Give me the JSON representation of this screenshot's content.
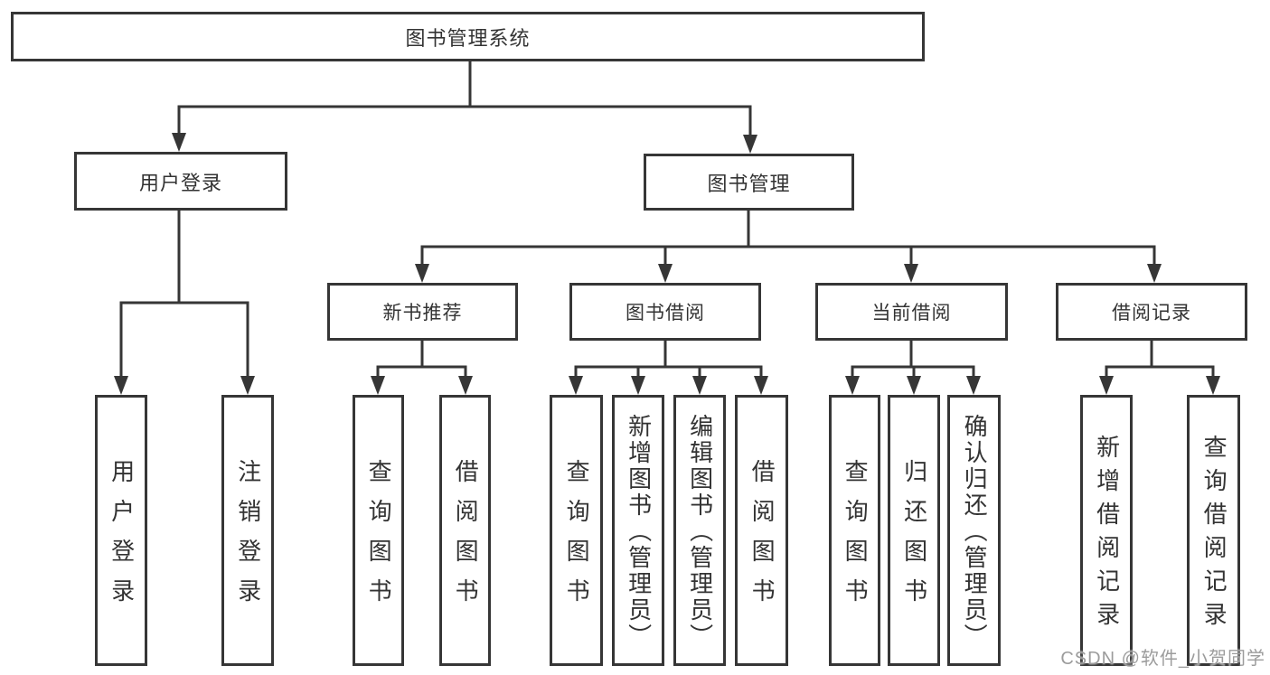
{
  "tree": {
    "root": {
      "label": "图书管理系统"
    },
    "branches": [
      {
        "label": "用户登录",
        "leaves": [
          {
            "label": "用户登录"
          },
          {
            "label": "注销登录"
          }
        ]
      },
      {
        "label": "图书管理",
        "groups": [
          {
            "label": "新书推荐",
            "leaves": [
              {
                "label": "查询图书"
              },
              {
                "label": "借阅图书"
              }
            ]
          },
          {
            "label": "图书借阅",
            "leaves": [
              {
                "label": "查询图书"
              },
              {
                "label": "新增图书（管理员）"
              },
              {
                "label": "编辑图书（管理员）"
              },
              {
                "label": "借阅图书"
              }
            ]
          },
          {
            "label": "当前借阅",
            "leaves": [
              {
                "label": "查询图书"
              },
              {
                "label": "归还图书"
              },
              {
                "label": "确认归还（管理员）"
              }
            ]
          },
          {
            "label": "借阅记录",
            "leaves": [
              {
                "label": "新增借阅记录"
              },
              {
                "label": "查询借阅记录"
              }
            ]
          }
        ]
      }
    ]
  },
  "watermark": {
    "text": "CSDN @软件_小贺同学"
  },
  "colors": {
    "line": "#363636",
    "box_border": "#363636",
    "text": "#333333",
    "watermark": "#9c9c9c",
    "background": "#ffffff"
  }
}
